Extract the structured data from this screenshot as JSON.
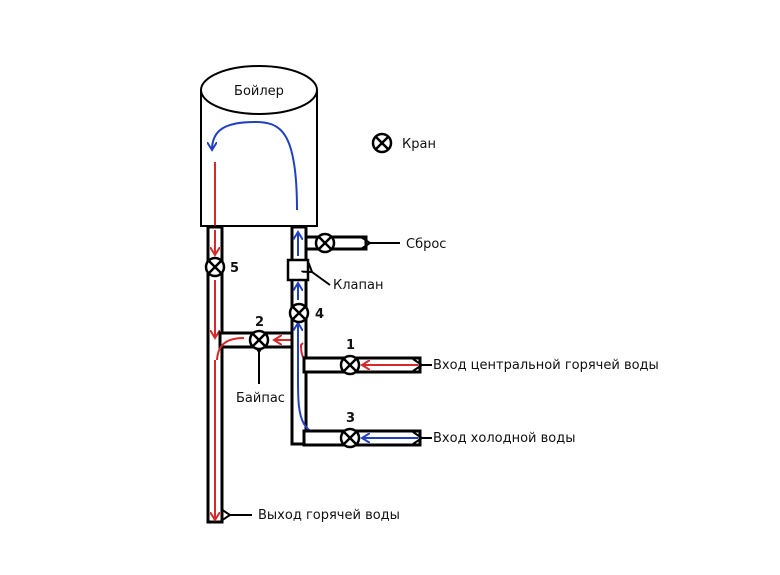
{
  "diagram": {
    "title": "Схема подключения бойлера с байпасом",
    "boiler": {
      "label": "Бойлер"
    },
    "legend": {
      "icon": "valve-icon",
      "label": "Кран"
    },
    "labels": {
      "reset": "Сброс",
      "check_valve": "Клапан",
      "bypass": "Байпас",
      "hot_inlet": "Вход центральной горячей воды",
      "cold_inlet": "Вход холодной воды",
      "hot_outlet": "Выход горячей воды"
    },
    "valves": [
      {
        "id": "1",
        "role": "hot-inlet-valve"
      },
      {
        "id": "2",
        "role": "bypass-valve"
      },
      {
        "id": "3",
        "role": "cold-inlet-valve"
      },
      {
        "id": "4",
        "role": "boiler-inlet-valve"
      },
      {
        "id": "5",
        "role": "boiler-outlet-valve"
      }
    ],
    "colors": {
      "hot_flow": "#d42a2a",
      "cold_flow": "#2040c0",
      "pipe": "#000000"
    }
  }
}
